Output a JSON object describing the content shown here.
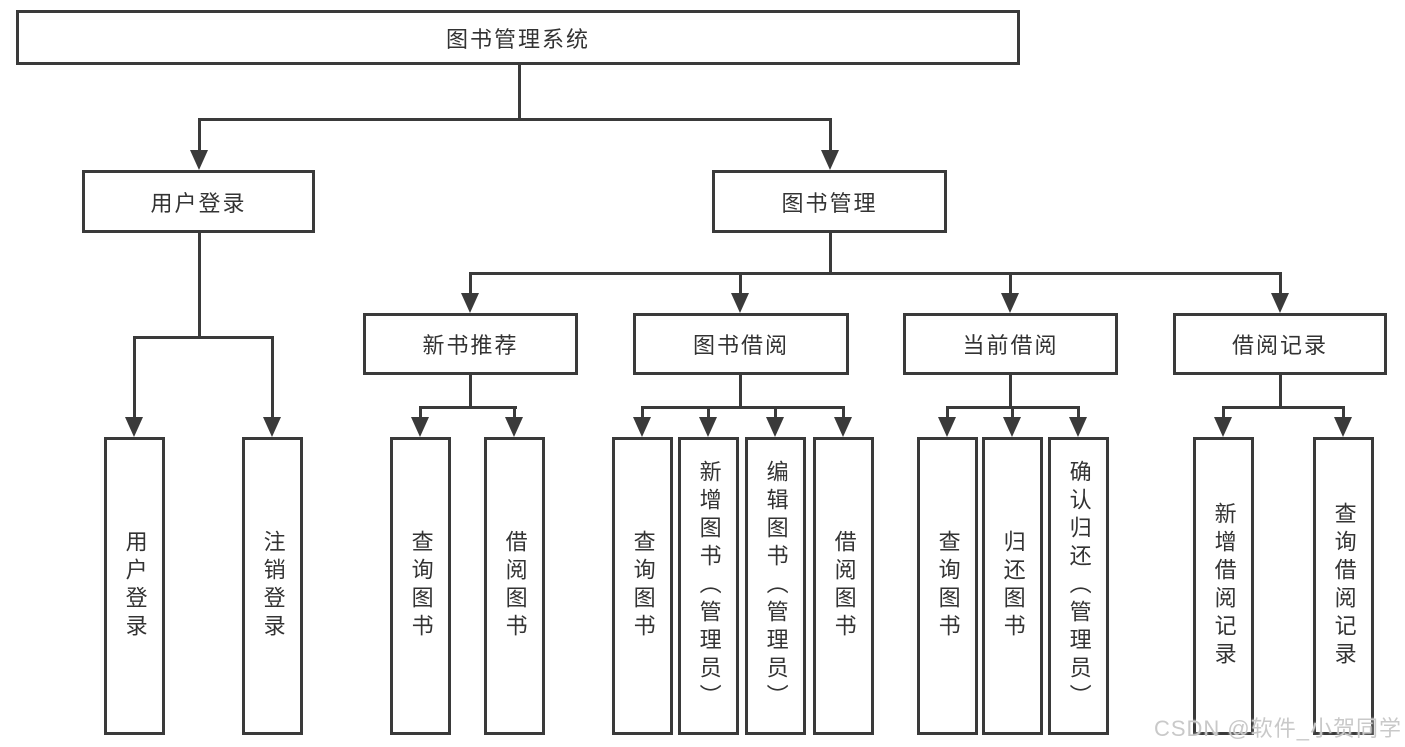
{
  "watermark": {
    "text": "CSDN @软件_小贺同学"
  },
  "colors": {
    "line": "#3a3a3a",
    "text": "#333333",
    "background": "#ffffff",
    "watermark": "#c9c9c9"
  },
  "tree": {
    "label": "图书管理系统",
    "children": [
      {
        "label": "用户登录",
        "children": [
          {
            "label": "用户登录"
          },
          {
            "label": "注销登录"
          }
        ]
      },
      {
        "label": "图书管理",
        "children": [
          {
            "label": "新书推荐",
            "children": [
              {
                "label": "查询图书"
              },
              {
                "label": "借阅图书"
              }
            ]
          },
          {
            "label": "图书借阅",
            "children": [
              {
                "label": "查询图书"
              },
              {
                "label": "新增图书（管理员）"
              },
              {
                "label": "编辑图书（管理员）"
              },
              {
                "label": "借阅图书"
              }
            ]
          },
          {
            "label": "当前借阅",
            "children": [
              {
                "label": "查询图书"
              },
              {
                "label": "归还图书"
              },
              {
                "label": "确认归还（管理员）"
              }
            ]
          },
          {
            "label": "借阅记录",
            "children": [
              {
                "label": "新增借阅记录"
              },
              {
                "label": "查询借阅记录"
              }
            ]
          }
        ]
      }
    ]
  }
}
